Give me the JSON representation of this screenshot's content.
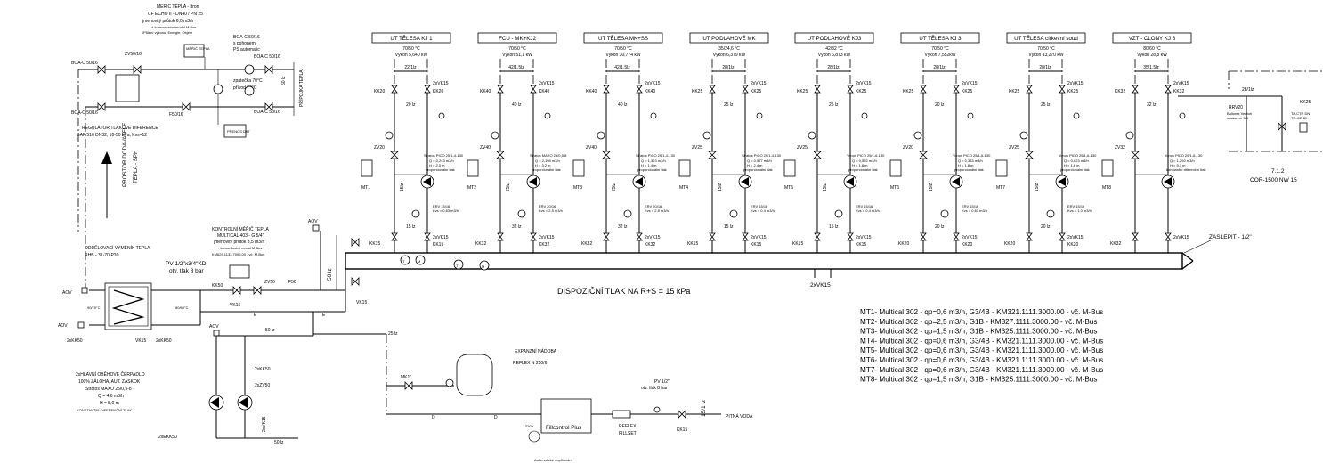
{
  "zones": [
    {
      "title": "UT TĚLESA KJ 1",
      "temp": "70/50 °C",
      "power": "Výkon 5,640 kW",
      "flow": "22/1lz",
      "valves": "2xVK15",
      "kk_left": "KK20",
      "kk_right": "KK20",
      "riser": "20 lz",
      "zv": "ZV20",
      "mt": "MT1",
      "pump": "Stratos PICO 25/1-4-130",
      "pump_q": "Q = 0,243 m3/h",
      "pump_h": "H = 2,0 m",
      "pump_note": "proporcionální tlak",
      "erv": "ERV 15/16",
      "erv_kvs": "Kvs = 0,63 m3/h",
      "side_pipe": "15lz",
      "bottom_riser": "15 lz",
      "bot_kk_left": "KK15",
      "bot_valves": "2xVK15",
      "bot_kk_right": "KK15"
    },
    {
      "title": "FCU - MK+KJ2",
      "temp": "70/50 °C",
      "power": "Výkon 51,1 kW",
      "flow": "42/1,5lz",
      "valves": "2xVK15",
      "kk_left": "KK40",
      "kk_right": "KK40",
      "riser": "40 lz",
      "zv": "ZV40",
      "mt": "MT2",
      "pump": "Stratos MAXO 25/0,5-8",
      "pump_q": "Q = 2,198 m3/h",
      "pump_h": "H = 3,2 m",
      "pump_note": "proporcionální tlak",
      "erv": "ERV 20/16",
      "erv_kvs": "Kvs = 2,5 m3/h",
      "side_pipe": "25lz",
      "bottom_riser": "32 lz",
      "bot_kk_left": "KK32",
      "bot_valves": "2xVK15",
      "bot_kk_right": "KK32"
    },
    {
      "title": "UT TĚLESA MK+SS",
      "temp": "70/50 °C",
      "power": "Výkon 30,774 kW",
      "flow": "42/1,5lz",
      "valves": "2xVK15",
      "kk_left": "KK40",
      "kk_right": "KK40",
      "riser": "40 lz",
      "zv": "ZV40",
      "mt": "MT3",
      "pump": "Stratos PICO 25/1-4-130",
      "pump_q": "Q = 1,323 m3/h",
      "pump_h": "H = 1,4 m",
      "pump_note": "proporcionální tlak",
      "erv": "ERV 20/16",
      "erv_kvs": "Kvs = 2,5 m3/h",
      "side_pipe": "25lz",
      "bottom_riser": "32 lz",
      "bot_kk_left": "KK32",
      "bot_valves": "2xVK15",
      "bot_kk_right": "KK32"
    },
    {
      "title": "UT PODLAHOVÉ MK",
      "temp": "35/24,6 °C",
      "power": "Výkon 6,379 kW",
      "flow": "28/1lz",
      "valves": "2xVK15",
      "kk_left": "KK25",
      "kk_right": "KK25",
      "riser": "25 lz",
      "zv": "ZV25",
      "mt": "MT4",
      "pump": "Stratos PICO 25/1-4-130",
      "pump_q": "Q = 0,577 m3/h",
      "pump_h": "H = 2,4 m",
      "pump_note": "proporcionální tlak",
      "erv": "ERV 15/16",
      "erv_kvs": "Kvs = 0,4 m3/h",
      "side_pipe": "15lz",
      "bottom_riser": "15 lz",
      "bot_kk_left": "KK15",
      "bot_valves": "2xVK15",
      "bot_kk_right": "KK15"
    },
    {
      "title": "UT PODLAHOVÉ KJ3",
      "temp": "42/32 °C",
      "power": "Výkon 6,873 kW",
      "flow": "28/1lz",
      "valves": "2xVK15",
      "kk_left": "KK25",
      "kk_right": "KK25",
      "riser": "25 lz",
      "zv": "ZV25",
      "mt": "MT5",
      "pump": "Yonos PICO 25/1-6-130",
      "pump_q": "Q = 0,592 m3/h",
      "pump_h": "H = 1,8 m",
      "pump_note": "proporcionální tlak",
      "erv": "ERV 15/16",
      "erv_kvs": "Kvs = 0,4 m3/h",
      "side_pipe": "15lz",
      "bottom_riser": "15 lz",
      "bot_kk_left": "KK15",
      "bot_valves": "2xVK15",
      "bot_kk_right": "KK15"
    },
    {
      "title": "UT TĚLESA KJ 3",
      "temp": "70/50 °C",
      "power": "Výkon 7,552kW",
      "flow": "28/1lz",
      "valves": "2xVK15",
      "kk_left": "KK25",
      "kk_right": "KK25",
      "riser": "20 lz",
      "zv": "ZV20",
      "mt": "MT6",
      "pump": "Yonos PICO 25/1-6-130",
      "pump_q": "Q = 0,333 m3/h",
      "pump_h": "H = 1,8 m",
      "pump_note": "proporcionální tlak",
      "erv": "ERV 15/16",
      "erv_kvs": "Kvs = 0,63 m3/h",
      "side_pipe": "15lz",
      "bottom_riser": "20 lz",
      "bot_kk_left": "KK20",
      "bot_valves": "2xVK15",
      "bot_kk_right": "KK20"
    },
    {
      "title": "UT TĚLESA církevní soud",
      "temp": "70/50 °C",
      "power": "Výkon 13,270 kW",
      "flow": "28/1lz",
      "valves": "2xVK15",
      "kk_left": "KK25",
      "kk_right": "KK25",
      "riser": "25 lz",
      "zv": "ZV25",
      "mt": "MT7",
      "pump": "Yonos PICO 25/1-6-130",
      "pump_q": "Q = 0,623 m3/h",
      "pump_h": "H = 1,8 m",
      "pump_note": "proporcionální tlak",
      "erv": "ERV 15/16",
      "erv_kvs": "Kvs = 1,0 m3/h",
      "side_pipe": "15lz",
      "bottom_riser": "20 lz",
      "bot_kk_left": "KK20",
      "bot_valves": "2xVK15",
      "bot_kk_right": "KK20"
    },
    {
      "title": "VZT - CLONY KJ 3",
      "temp": "80/60 °C",
      "power": "Výkon 28,8 kW",
      "flow": "35/1,5lz",
      "valves": "2xVK15",
      "kk_left": "KK32",
      "kk_right": "KK32",
      "riser": "32 lz",
      "zv": "ZV32",
      "mt": "MT8",
      "pump": "Yonos PICO 25/1-6-130",
      "pump_q": "Q = 1,292 m3/h",
      "pump_h": "H = 5,7 m",
      "pump_note": "konstantní diferenční tlak",
      "erv": "",
      "erv_kvs": "",
      "side_pipe": "",
      "bottom_riser": "",
      "bot_kk_left": "KK32",
      "bot_valves": "2xVK15",
      "bot_kk_right": ""
    }
  ],
  "left": {
    "meter_title": "MĚŘIČ TEPLA - Itron",
    "meter_model": "CF ECHO II - DN40 / PN 25",
    "meter_flow": "jmenovitý průtok 6,0 m3/h",
    "meter_module": "+ komunikační modul M Bus",
    "meter_note": "/Půlení výkonu, Energie, Objem",
    "meter_box": "MĚŘIČ TEPLA",
    "zv": "ZV50/16",
    "boa1": "BOA-C 50/16",
    "boa2": "BOA-C 50/16",
    "boa3": "BOA-C 50/16",
    "boa_ps": "BOA-C 50/16",
    "boa_ps_note": "s pohonem",
    "ps": "PS automatic",
    "boa_right": "BOA-C 50/16",
    "temp1": "zpátečka 70°C",
    "temp2": "přívod 80°C",
    "supply_label": "PŘÍPOJKA TEPLA",
    "supply_dim": "50 lz",
    "f50": "F50/16",
    "prena": "PŘENOS DAT",
    "regulator": "REGULÁTOR TLAKOVÉ DIFERENCE",
    "regulator_model": "DAF 516 DN32, 10-50 kPa, Kvs=12",
    "space": "PROSTOR DODAVATELE",
    "space2": "TEPLA - SPH",
    "hx_title": "ODDĚLOVACÍ VÝMĚNÍK TEPLA",
    "hx_model": "RHB - 31-70-P30",
    "pv": "PV 1/2\"x3/4\"KD",
    "pv_note": "otv. tlak 3 bar",
    "aov1": "AOV",
    "aov2": "AOV",
    "aov3": "AOV",
    "aov4": "AOV",
    "hx_left_temp": "90/70°C",
    "hx_right_temp": "80/60°C",
    "kk50_a": "2xKK50",
    "vk15_a": "VK15",
    "kk50_b": "2xKK50",
    "ctrl_meter": "KONTROLNÍ MĚŘIČ TEPLA",
    "ctrl_model": "MULTICAL 403 - G 5/4\"",
    "ctrl_flow": "jmenovitý průtok 3,5 m3/h",
    "ctrl_module": "+ komunikační modul M Bus",
    "ctrl_code": "KM629.1133.7000.00 - vč. M-Bus",
    "kk50": "KK50",
    "zv50": "ZV50",
    "f50b": "F50",
    "vk15_b": "VK15",
    "vk15_c": "VK15",
    "dim50": "50 lz",
    "e": "E",
    "pump_title": "2xHLAVNÍ OBĚHOVÉ ČERPADLO",
    "pump_l2": "100% ZÁLOHA, AUT. ZÁSKOK",
    "pump_l3": "Stratos MAXO 25/0,5-8",
    "pump_l4": "Q = 4,6 m3/h",
    "pump_l5": "H = 5,0 m",
    "pump_l6": "KONSTANTNÍ DIFERENČNÍ TLAK",
    "kk50_c": "2xKK50",
    "zv50_c": "2xZV50",
    "ekk50": "2xEKK50",
    "vk15_d": "2xVK15",
    "dim50b": "50 lz",
    "dim50c": "50 lz",
    "dim25": "25 lz"
  },
  "center": {
    "pressure": "DISPOZIČNÍ TLAK NA R+S = 15 kPa",
    "bottom_valves": "2xVK15",
    "exp_title": "EXPANZNÍ NÁDOBA",
    "exp_model": "REFLEX N 250/6",
    "mk": "MK1\"",
    "fillcontrol": "Fillcontrol Plus",
    "fillset": "REFLEX",
    "fillset2": "FILLSET",
    "v230": "230V",
    "auto": "Automatické doplňování",
    "pv2": "PV 1/2\"",
    "pv2_note": "otv. tlak 8 bar",
    "kk15": "KK15",
    "water": "PITNÁ VODA",
    "dim15": "15/1 lz",
    "d": "D",
    "zaslepit": "ZASLEPIT - 1/2\""
  },
  "right": {
    "rrv": "RRV20",
    "rrv_note": "Ballorex Venturi",
    "rrv_note2": "nastavení 5/8",
    "kk25": "KK25",
    "flow": "28/1lz",
    "valve_note": "TA-CTR DN",
    "valve_note2": "TR-KZ 3D",
    "unit": "7.1.2",
    "unit_model": "COR-1500 NW 15"
  },
  "meters": [
    "MT1- Multical 302 - qp=0,6 m3/h, G3/4B - KM321.1111.3000.00 - vč. M-Bus",
    "MT2- Multical 302 - qp=2,5 m3/h, G1B - KM327.1111.3000.00 - vč. M-Bus",
    "MT3- Multical 302 - qp=1,5 m3/h, G1B - KM325.1111.3000.00 - vč. M-Bus",
    "MT4- Multical 302 - qp=0,6 m3/h, G3/4B - KM321.1111.3000.00 - vč. M-Bus",
    "MT5- Multical 302 - qp=0,6 m3/h, G3/4B - KM321.1111.3000.00 - vč. M-Bus",
    "MT6- Multical 302 - qp=0,6 m3/h, G3/4B - KM321.1111.3000.00 - vč. M-Bus",
    "MT7- Multical 302 - qp=0,6 m3/h, G3/4B - KM321.1111.3000.00 - vč. M-Bus",
    "MT8- Multical 302 - qp=1,5 m3/h, G1B - KM325.1111.3000.00 - vč. M-Bus"
  ]
}
